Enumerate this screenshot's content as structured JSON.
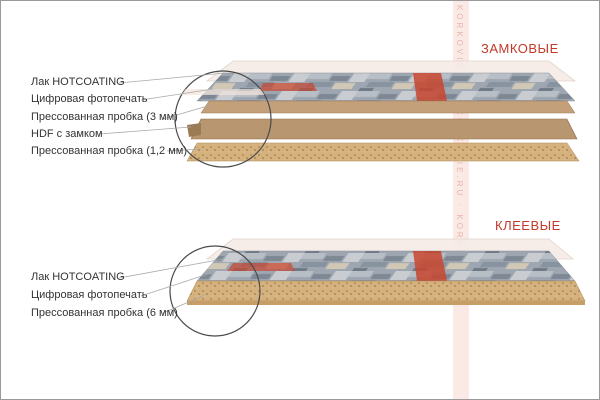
{
  "watermark": "KORKOVIE.RU",
  "sections": [
    {
      "title": "ЗАМКОВЫЕ",
      "labels": [
        "Лак HOTCOATING",
        "Цифровая фотопечать",
        "Прессованная пробка (3 мм)",
        "HDF с замком",
        "Прессованная пробка (1,2 мм)"
      ]
    },
    {
      "title": "КЛЕЕВЫЕ",
      "labels": [
        "Лак HOTCOATING",
        "Цифровая фотопечать",
        "Прессованная пробка (6 мм)"
      ]
    }
  ],
  "colors": {
    "title": "#c23a2a",
    "lacquer": "#f6ece6",
    "print_base": "#9aa3ad",
    "print_accent": "#c8452f",
    "cork": "#d3ae79",
    "hdf": "#b08a62",
    "leader": "#a9a9a9"
  }
}
